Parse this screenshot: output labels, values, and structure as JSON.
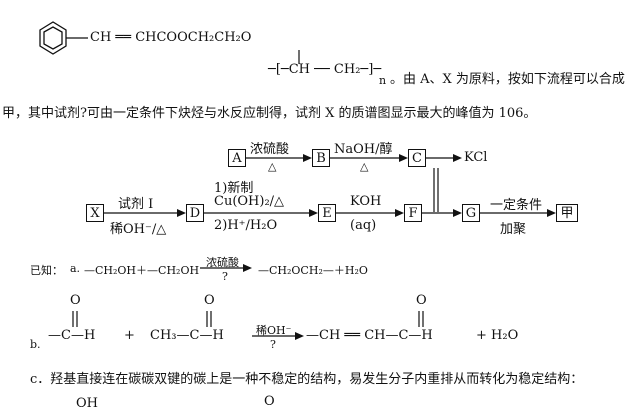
{
  "structure": {
    "vinyl_ester": "CH ══ CHCOOCH₂CH₂O",
    "polymer_bracket": "─[─CH ── CH₂─]─",
    "n": "n"
  },
  "intro": {
    "line1_tail": "。由 A、X 为原料，按如下流程可以合成",
    "line2": "甲，其中试剂?可由一定条件下炔烃与水反应制得，试剂 X 的质谱图显示最大的峰值为 106。"
  },
  "flow": {
    "A": "A",
    "B": "B",
    "C": "C",
    "D": "D",
    "E": "E",
    "F": "F",
    "G": "G",
    "X": "X",
    "product": "甲",
    "kcl": "KCl",
    "ab_top": "浓硫酸",
    "ab_bottom": "△",
    "bc_top": "NaOH/醇",
    "bc_bottom": "△",
    "xd_top": "试剂 I",
    "xd_bottom": "稀OH⁻/△",
    "de_line1": "1)新制",
    "de_line2": "Cu(OH)₂/△",
    "de_line3": "2)H⁺/H₂O",
    "ef_top": "KOH",
    "ef_bottom": "(aq)",
    "gp_top": "一定条件",
    "gp_bottom": "加聚"
  },
  "known": {
    "label": "已知：",
    "a_prefix": "a.",
    "a_left": "—CH₂OH＋—CH₂OH",
    "a_cond_top": "浓硫酸",
    "a_cond_bottom": "?",
    "a_right": "—CH₂OCH₂—＋H₂O",
    "b_prefix": "b.",
    "b_o": "O",
    "b_r1": "—C—H",
    "b_plus1": "+",
    "b_r2": "CH₃—C—H",
    "b_cond_top": "稀OH⁻",
    "b_cond_bottom": "?",
    "b_p": "—CH ══ CH—C—H",
    "b_plus2": "+ H₂O",
    "c_text": "c．羟基直接连在碳碳双键的碳上是一种不稳定的结构，易发生分子内重排从而转化为稳定结构：",
    "c_oh": "OH",
    "c_o": "O"
  }
}
